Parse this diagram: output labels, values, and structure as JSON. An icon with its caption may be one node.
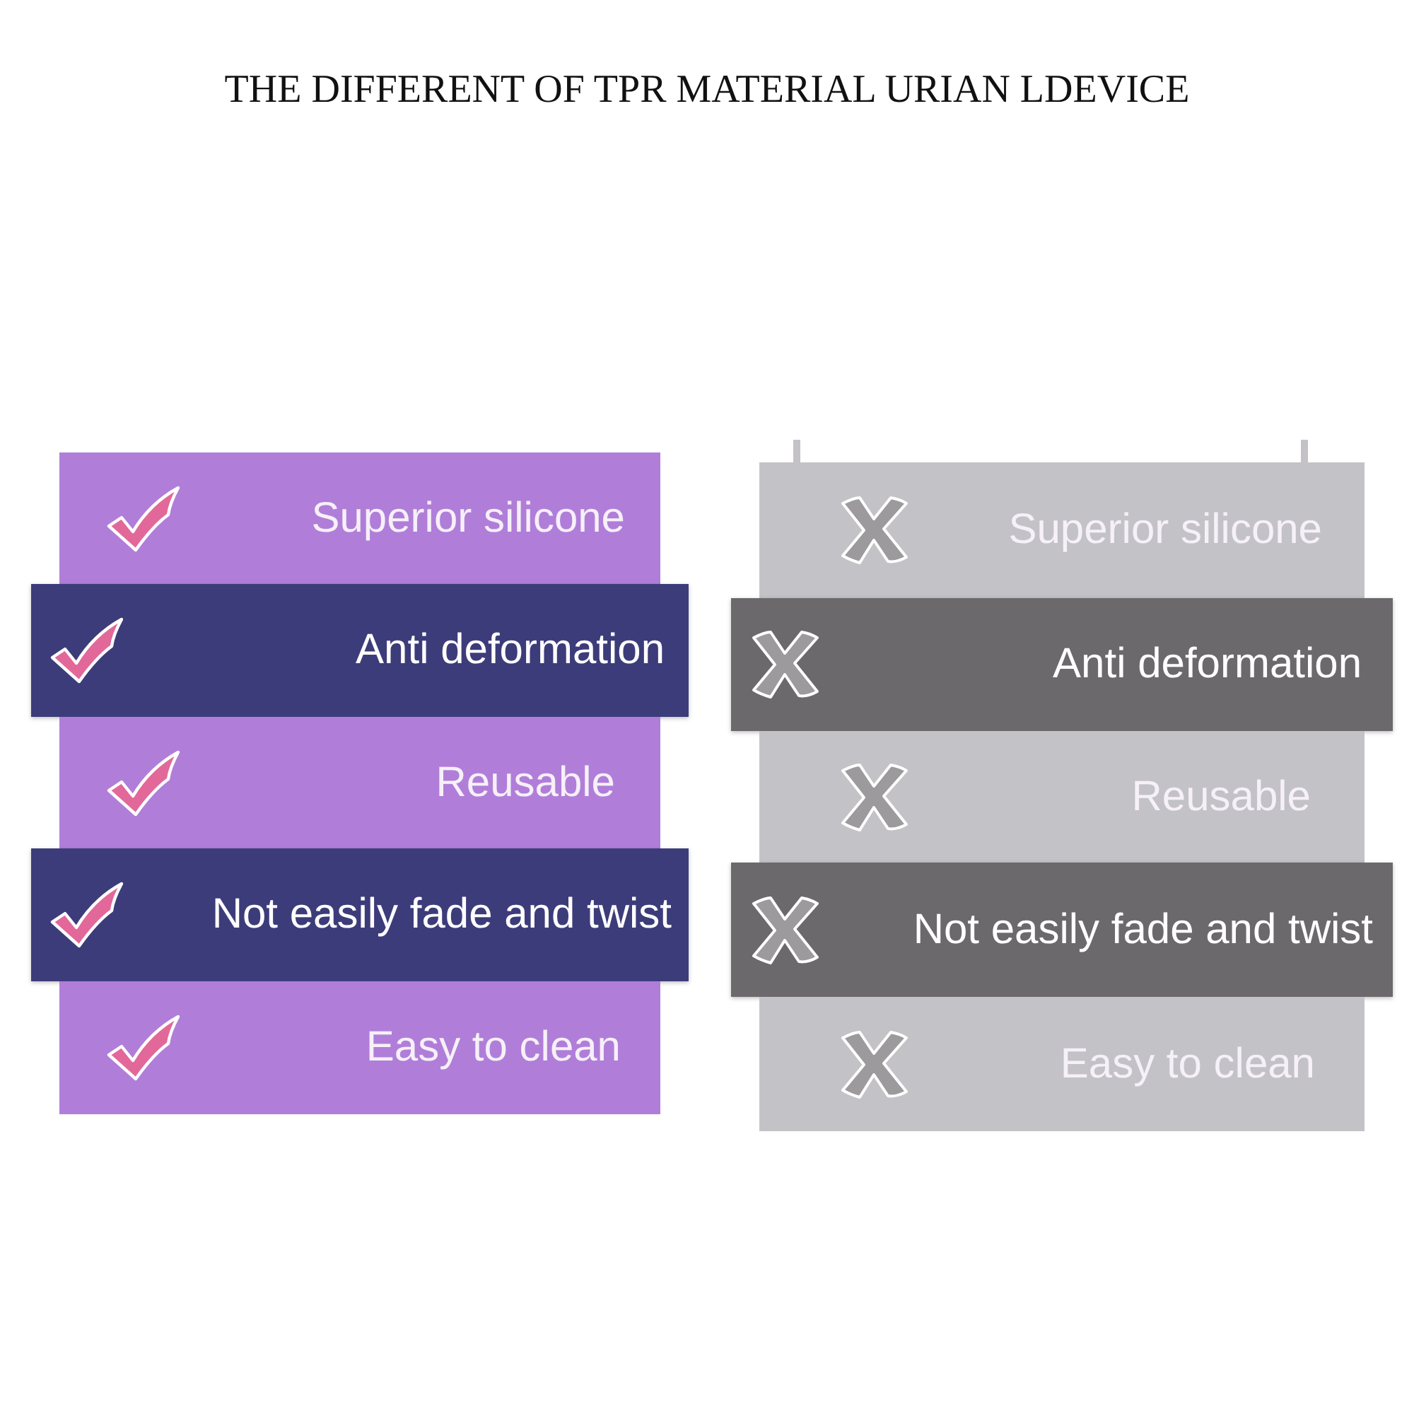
{
  "diagram": {
    "title": "THE DIFFERENT OF TPR MATERIAL URIAN LDEVICE",
    "nodes": [
      {
        "text": [
          "Superior silicone"
        ]
      },
      {
        "text": [
          "Anti deformation"
        ]
      },
      {
        "text": [
          "Reusable"
        ]
      },
      {
        "text": [
          "Not easily fade and twist"
        ]
      },
      {
        "text": [
          "Easy to clean"
        ]
      },
      {
        "text": [
          "Superior silicone"
        ]
      },
      {
        "text": [
          "Anti deformation"
        ]
      },
      {
        "text": [
          "Reusable"
        ]
      },
      {
        "text": [
          "Not easily fade and twist"
        ]
      },
      {
        "text": [
          "Easy to clean"
        ]
      }
    ]
  }
}
